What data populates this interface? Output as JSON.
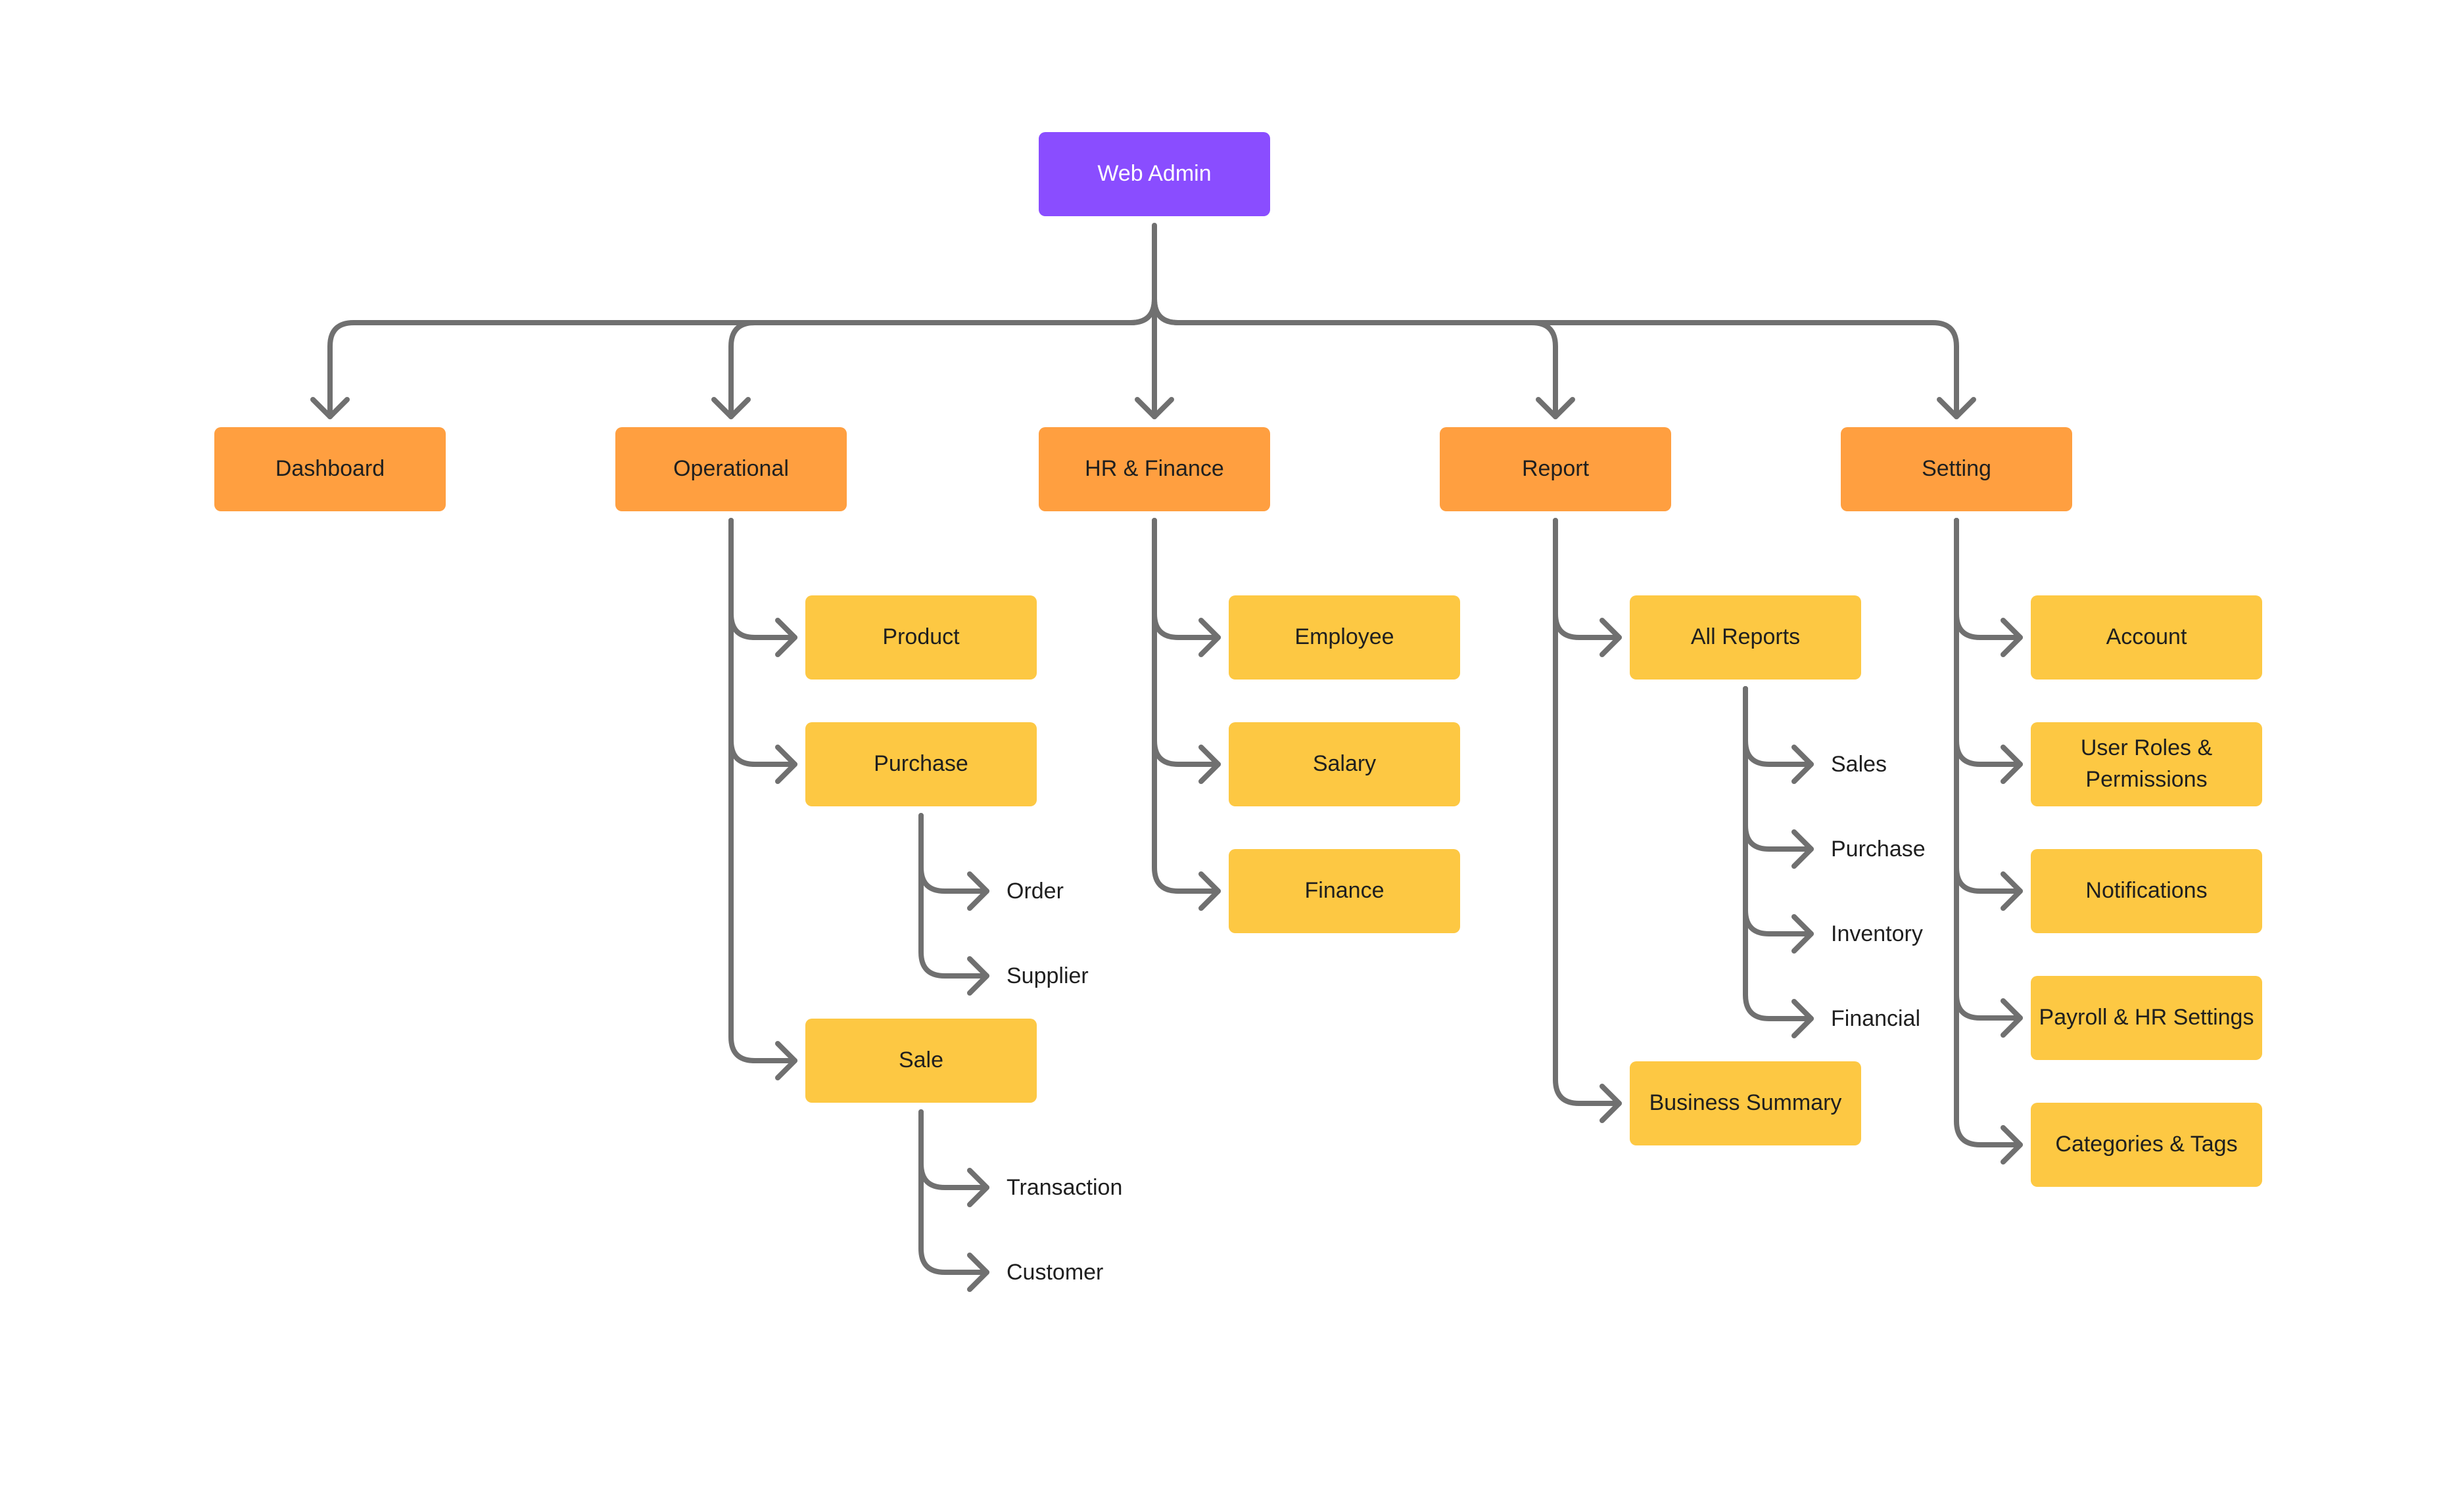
{
  "root": {
    "label": "Web Admin",
    "color": "#8a4dff"
  },
  "colors": {
    "connector": "#707070",
    "level1": "#ff9f40",
    "level2": "#fdc843"
  },
  "sections": [
    {
      "label": "Dashboard",
      "children": []
    },
    {
      "label": "Operational",
      "children": [
        {
          "label": "Product",
          "children": []
        },
        {
          "label": "Purchase",
          "children": [
            "Order",
            "Supplier"
          ]
        },
        {
          "label": "Sale",
          "children": [
            "Transaction",
            "Customer"
          ]
        }
      ]
    },
    {
      "label": "HR & Finance",
      "children": [
        {
          "label": "Employee",
          "children": []
        },
        {
          "label": "Salary",
          "children": []
        },
        {
          "label": "Finance",
          "children": []
        }
      ]
    },
    {
      "label": "Report",
      "children": [
        {
          "label": "All Reports",
          "children": [
            "Sales",
            "Purchase",
            "Inventory",
            "Financial"
          ]
        },
        {
          "label": "Business Summary",
          "children": []
        }
      ]
    },
    {
      "label": "Setting",
      "children": [
        {
          "label": "Account",
          "children": []
        },
        {
          "label": "User Roles & Permissions",
          "children": []
        },
        {
          "label": "Notifications",
          "children": []
        },
        {
          "label": "Payroll & HR Settings",
          "children": []
        },
        {
          "label": "Categories & Tags",
          "children": []
        }
      ]
    }
  ]
}
